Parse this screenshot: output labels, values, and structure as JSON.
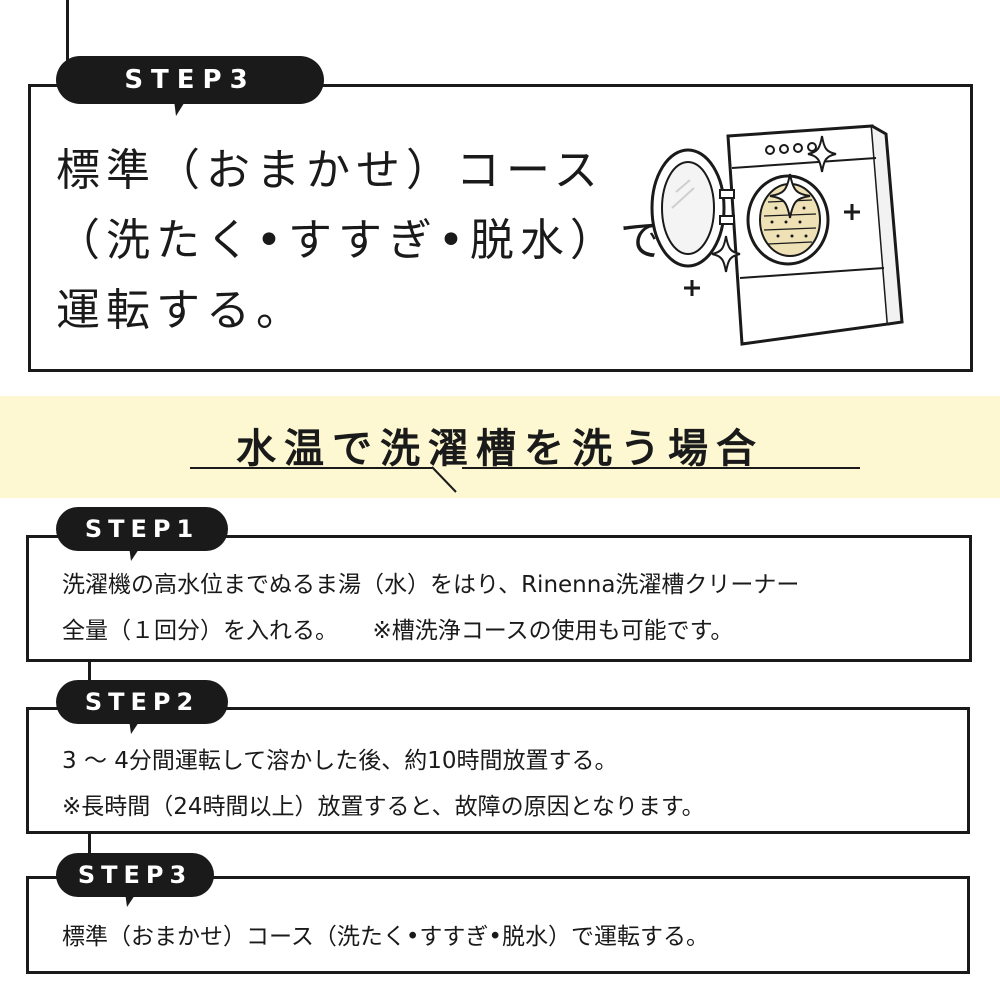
{
  "top": {
    "step_label": "STEP3",
    "lines": [
      "標準（おまかせ）コース",
      "（洗たく•すすぎ•脱水）で",
      "運転する。"
    ],
    "illustration": "washing-machine-icon"
  },
  "section": {
    "title": "水温で洗濯槽を洗う場合",
    "accent_color": "#fdf7d2"
  },
  "steps": [
    {
      "label": "STEP1",
      "lines": [
        "洗濯機の高水位までぬるま湯（水）をはり、Rinenna洗濯槽クリーナー",
        "全量（１回分）を入れる。　　※槽洗浄コースの使用も可能です。"
      ]
    },
    {
      "label": "STEP2",
      "lines": [
        "3 〜 4分間運転して溶かした後、約10時間放置する。",
        "※長時間（24時間以上）放置すると、故障の原因となります。"
      ]
    },
    {
      "label": "STEP3",
      "lines": [
        "標準（おまかせ）コース（洗たく•すすぎ•脱水）で運転する。"
      ]
    }
  ]
}
